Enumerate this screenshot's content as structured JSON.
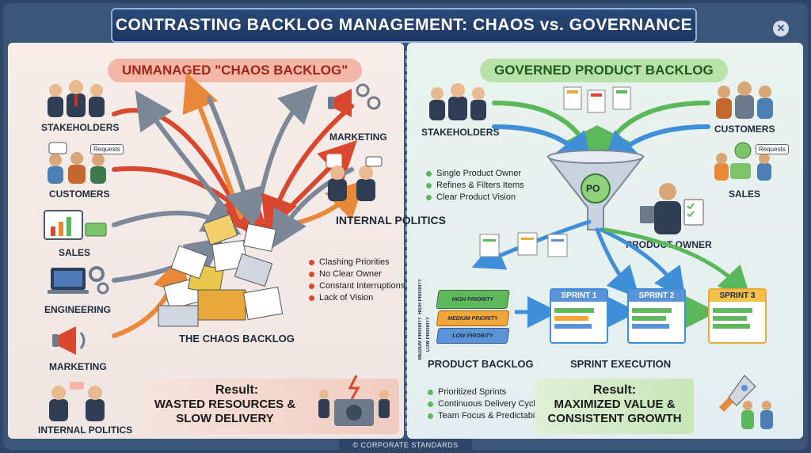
{
  "title": "CONTRASTING BACKLOG MANAGEMENT: CHAOS vs. GOVERNANCE",
  "close_glyph": "✕",
  "left": {
    "heading": "UNMANAGED \"CHAOS BACKLOG\"",
    "sources": [
      "STAKEHOLDERS",
      "CUSTOMERS",
      "SALES",
      "ENGINEERING",
      "MARKETING",
      "INTERNAL POLITICS"
    ],
    "marketing_label": "MARKETING",
    "internal_politics_label": "INTERNAL POLITICS",
    "requests_tag": "Requests",
    "issues": [
      "Clashing Priorities",
      "No Clear Owner",
      "Constant Interruptions",
      "Lack of Vision"
    ],
    "pile_label": "THE CHAOS BACKLOG",
    "result_title": "Result:",
    "result_text": "WASTED RESOURCES & SLOW DELIVERY"
  },
  "right": {
    "heading": "GOVERNED PRODUCT BACKLOG",
    "stakeholders_label": "STAKEHOLDERS",
    "customers_label": "CUSTOMERS",
    "sales_label": "SALES",
    "requests_tag": "Requests",
    "po_badge": "PO",
    "owner_points": [
      "Single Product Owner",
      "Refines & Filters Items",
      "Clear Product Vision"
    ],
    "product_owner_label": "PRODUCT OWNER",
    "priority_levels": [
      "HIGH PRIORITY",
      "MEDIUM PRIORITY",
      "LOW PRIORITY"
    ],
    "axis_labels": [
      "HIGH PRIORITY",
      "MEDIUM PRIORITY",
      "LOW PRIORITY"
    ],
    "backlog_label": "PRODUCT BACKLOG",
    "sprints": [
      "SPRINT 1",
      "SPRINT 2",
      "SPRINT 3"
    ],
    "execution_label": "SPRINT EXECUTION",
    "benefits": [
      "Prioritized Sprints",
      "Continuous Delivery Cycle",
      "Team Focus & Predictability"
    ],
    "result_title": "Result:",
    "result_text": "MAXIMIZED VALUE & CONSISTENT GROWTH"
  },
  "footer": "© CORPORATE STANDARDS",
  "colors": {
    "chaos_accent": "#a0261a",
    "governed_accent": "#1f5a20",
    "arrow_red": "#d9472f",
    "arrow_orange": "#e8893a",
    "arrow_gray": "#7c8797",
    "arrow_blue": "#3f8fd8",
    "arrow_green": "#5bb85a",
    "high": "#5fb85b",
    "medium": "#f2a63a",
    "low": "#5b93d8"
  }
}
